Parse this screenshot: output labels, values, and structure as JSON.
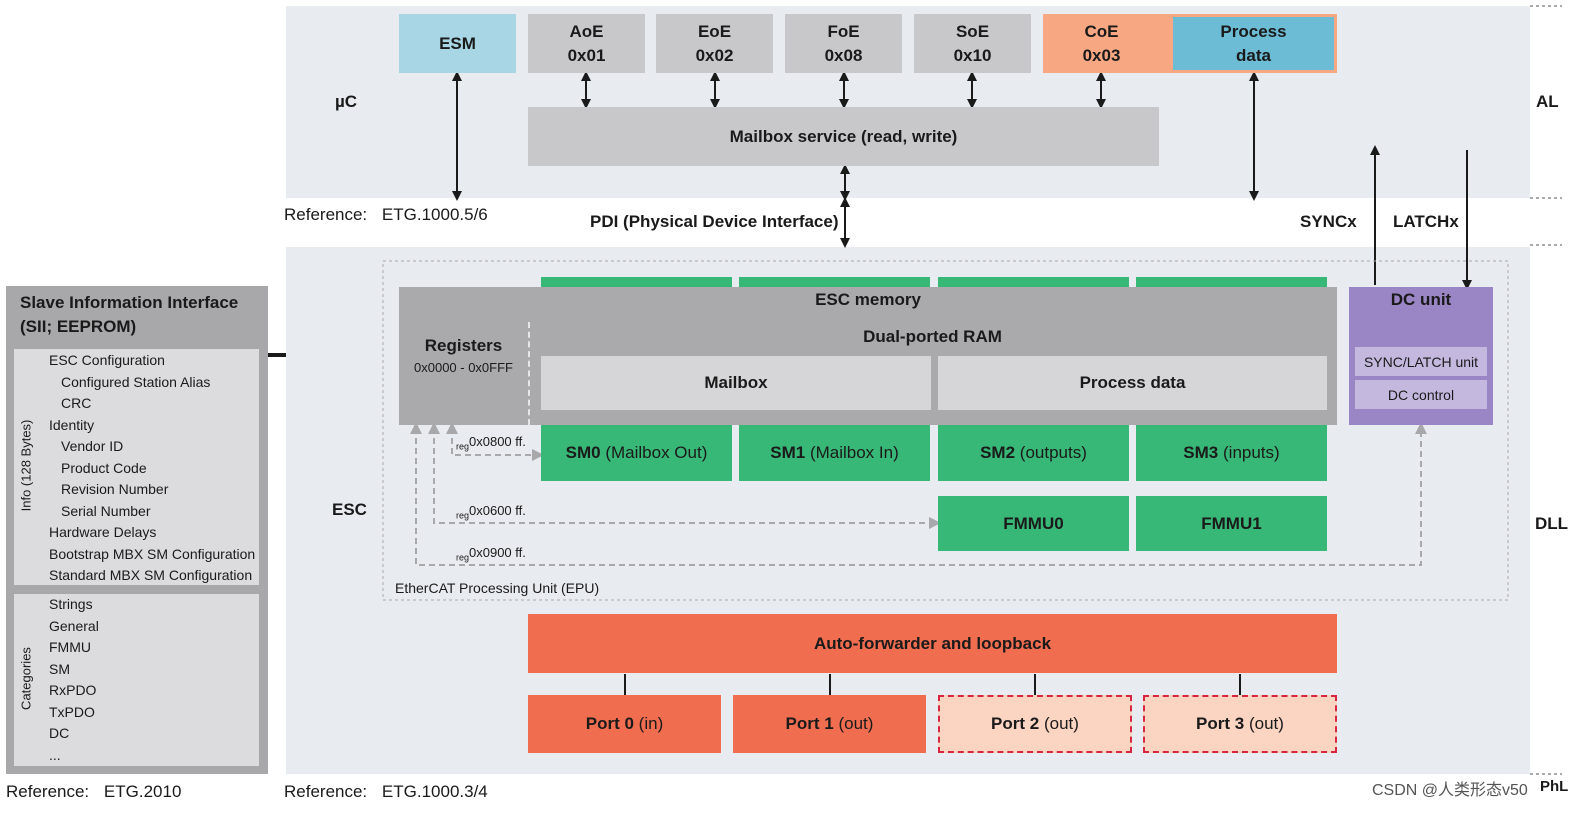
{
  "layers": {
    "al": "AL",
    "dll": "DLL",
    "phl": "PhL"
  },
  "uc_label": "µC",
  "esc_label": "ESC",
  "al_boxes": {
    "esm": "ESM",
    "aoe": [
      "AoE",
      "0x01"
    ],
    "eoe": [
      "EoE",
      "0x02"
    ],
    "foe": [
      "FoE",
      "0x08"
    ],
    "soe": [
      "SoE",
      "0x10"
    ],
    "coe": [
      "CoE",
      "0x03"
    ],
    "process_data": [
      "Process",
      "data"
    ],
    "mailbox_service": "Mailbox service (read, write)"
  },
  "pdi": "PDI (Physical Device Interface)",
  "syncx": "SYNCx",
  "latchx": "LATCHx",
  "reference_al": {
    "label": "Reference:",
    "value": "ETG.1000.5/6"
  },
  "reference_esc": {
    "label": "Reference:",
    "value": "ETG.1000.3/4"
  },
  "reference_sii": {
    "label": "Reference:",
    "value": "ETG.2010"
  },
  "esc_memory": {
    "title": "ESC memory",
    "registers": "Registers",
    "registers_range": "0x0000 - 0x0FFF",
    "dpram": "Dual-ported RAM",
    "mailbox": "Mailbox",
    "process_data": "Process data"
  },
  "dc_unit": {
    "title": "DC unit",
    "sync_latch": "SYNC/LATCH unit",
    "dc_control": "DC control"
  },
  "sync_managers": [
    {
      "name": "SM0",
      "desc": "(Mailbox Out)"
    },
    {
      "name": "SM1",
      "desc": "(Mailbox In)"
    },
    {
      "name": "SM2",
      "desc": "(outputs)"
    },
    {
      "name": "SM3",
      "desc": "(inputs)"
    }
  ],
  "fmmus": [
    "FMMU0",
    "FMMU1"
  ],
  "reg_labels": [
    {
      "sub": "reg",
      "addr": "0x0800 ff."
    },
    {
      "sub": "reg",
      "addr": "0x0600 ff."
    },
    {
      "sub": "reg",
      "addr": "0x0900 ff."
    }
  ],
  "epu": "EtherCAT Processing Unit (EPU)",
  "autoforwarder": "Auto-forwarder and loopback",
  "ports": [
    {
      "name": "Port 0",
      "dir": "(in)"
    },
    {
      "name": "Port 1",
      "dir": "(out)"
    },
    {
      "name": "Port 2",
      "dir": "(out)"
    },
    {
      "name": "Port 3",
      "dir": "(out)"
    }
  ],
  "sii": {
    "title_line1": "Slave Information Interface",
    "title_line2": "(SII; EEPROM)",
    "info_label": "Info (128 Bytes)",
    "categories_label": "Categories",
    "info_items": [
      {
        "text": "ESC Configuration",
        "indent": 0
      },
      {
        "text": "Configured Station Alias",
        "indent": 1
      },
      {
        "text": "CRC",
        "indent": 1
      },
      {
        "text": "Identity",
        "indent": 0
      },
      {
        "text": "Vendor ID",
        "indent": 1
      },
      {
        "text": "Product Code",
        "indent": 1
      },
      {
        "text": "Revision Number",
        "indent": 1
      },
      {
        "text": "Serial Number",
        "indent": 1
      },
      {
        "text": "Hardware Delays",
        "indent": 0
      },
      {
        "text": "Bootstrap MBX SM Configuration",
        "indent": 0
      },
      {
        "text": "Standard MBX SM Configuration",
        "indent": 0
      }
    ],
    "category_items": [
      "Strings",
      "General",
      "FMMU",
      "SM",
      "RxPDO",
      "TxPDO",
      "DC",
      "..."
    ]
  },
  "watermark": "CSDN @人类形态v50",
  "colors": {
    "panel": "#e8ecf0",
    "green": "#38b877",
    "red": "#f16d50",
    "purple": "#9b86c5",
    "blue": "#a9d6e5",
    "orange": "#f7a882"
  }
}
